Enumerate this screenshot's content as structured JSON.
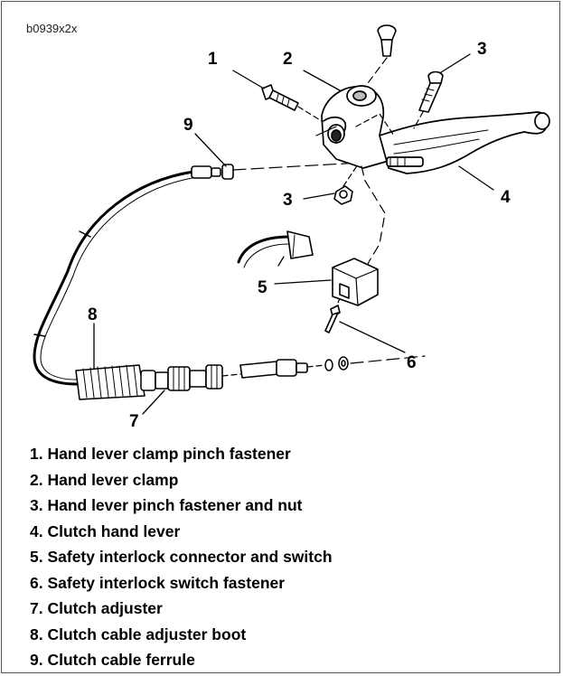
{
  "figure_id": "b0939x2x",
  "callouts": {
    "c1": "1",
    "c2": "2",
    "c3a": "3",
    "c3b": "3",
    "c4": "4",
    "c5": "5",
    "c6": "6",
    "c7": "7",
    "c8": "8",
    "c9": "9"
  },
  "legend": [
    "1. Hand lever clamp pinch fastener",
    "2. Hand lever clamp",
    "3. Hand lever pinch fastener and nut",
    "4. Clutch hand lever",
    "5. Safety interlock connector and switch",
    "6. Safety interlock switch fastener",
    "7. Clutch adjuster",
    "8. Clutch cable adjuster boot",
    "9. Clutch cable ferrule"
  ]
}
